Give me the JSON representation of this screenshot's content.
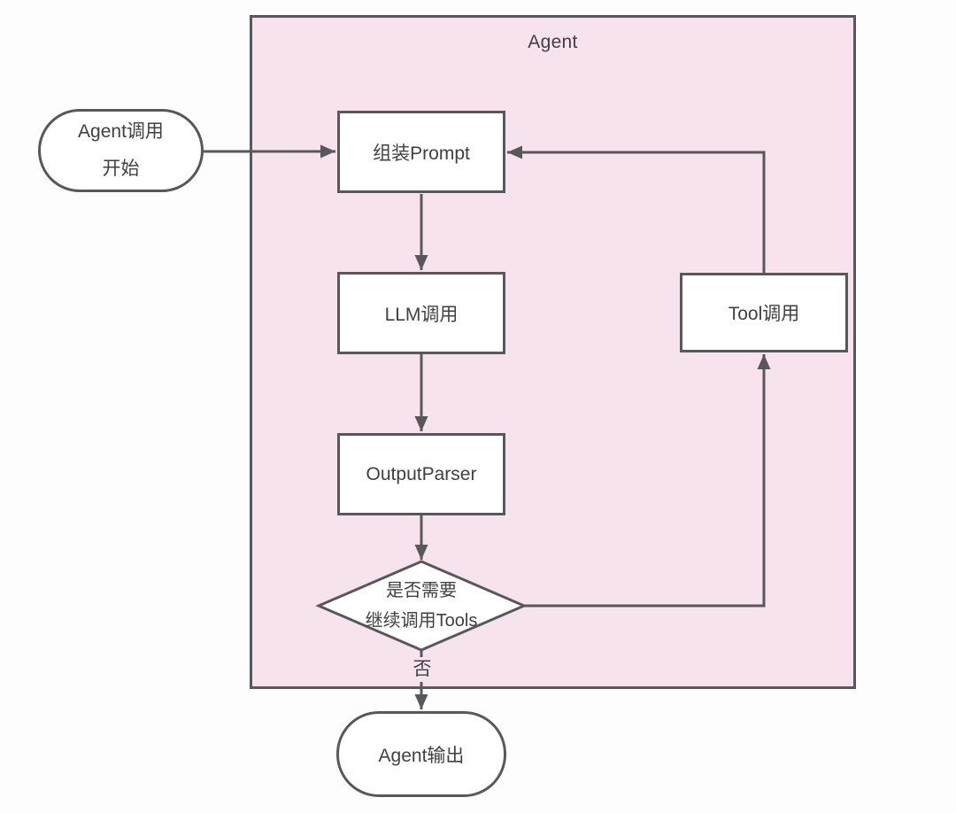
{
  "title": "Agent",
  "nodes": {
    "start": {
      "line1": "Agent调用",
      "line2": "开始"
    },
    "assemble_prompt": {
      "label": "组装Prompt"
    },
    "llm_call": {
      "label": "LLM调用"
    },
    "output_parser": {
      "label": "OutputParser"
    },
    "decision": {
      "line1": "是否需要",
      "line2": "继续调用Tools"
    },
    "tool_call": {
      "label": "Tool调用"
    },
    "agent_output": {
      "label": "Agent输出"
    }
  },
  "edges": {
    "no_label": "否"
  },
  "colors": {
    "container_fill": "#f6e3ee",
    "stroke": "#58585a",
    "node_fill": "#ffffff",
    "text": "#404042",
    "page_background": "#fdfdfd"
  }
}
